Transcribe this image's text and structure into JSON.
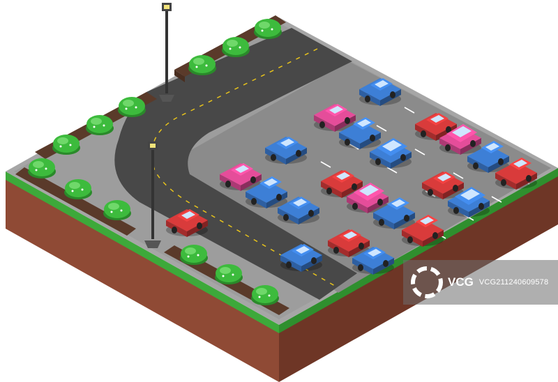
{
  "watermark": {
    "brand": "VCG",
    "code": "VCG211240609578"
  },
  "colors": {
    "soil": "#8f4a35",
    "soil_dark": "#6e3626",
    "grass": "#3da93a",
    "curb": "#9c9c9c",
    "sidewalk": "#9a9a9a",
    "lot": "#8e8e8e",
    "road": "#4a4a4a",
    "planter": "#5a3a2a",
    "bush": "#3dbb3d",
    "lamp": "#333333"
  },
  "cars": [
    {
      "kind": "sedan",
      "color": "#3d7fd6"
    },
    {
      "kind": "sedan",
      "color": "#e54d9a"
    },
    {
      "kind": "truck",
      "color": "#3d7fd6"
    },
    {
      "kind": "sedan",
      "color": "#d93b3b"
    },
    {
      "kind": "suv",
      "color": "#e54d9a"
    },
    {
      "kind": "sedan",
      "color": "#3d7fd6"
    },
    {
      "kind": "suv",
      "color": "#3d7fd6"
    },
    {
      "kind": "truck",
      "color": "#3d7fd6"
    },
    {
      "kind": "truck",
      "color": "#d93b3b"
    },
    {
      "kind": "sedan",
      "color": "#e54d9a"
    },
    {
      "kind": "truck",
      "color": "#3d7fd6"
    },
    {
      "kind": "sedan",
      "color": "#d93b3b"
    },
    {
      "kind": "suv",
      "color": "#e54d9a"
    },
    {
      "kind": "sedan",
      "color": "#d93b3b"
    },
    {
      "kind": "suv",
      "color": "#3d7fd6"
    },
    {
      "kind": "truck",
      "color": "#3d7fd6"
    },
    {
      "kind": "sedan",
      "color": "#3d7fd6"
    },
    {
      "kind": "truck",
      "color": "#d93b3b"
    },
    {
      "kind": "sedan",
      "color": "#d93b3b"
    },
    {
      "kind": "sedan",
      "color": "#3d7fd6"
    },
    {
      "kind": "sedan",
      "color": "#3d7fd6"
    },
    {
      "kind": "sedan",
      "color": "#d93b3b"
    }
  ]
}
